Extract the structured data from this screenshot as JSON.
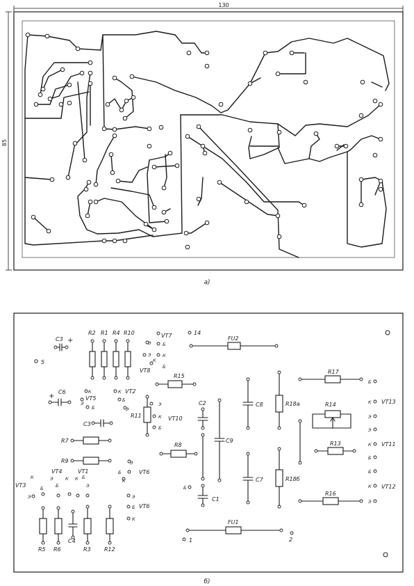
{
  "dimensions": {
    "width_label": "130",
    "height_label": "85"
  },
  "captions": {
    "top": "а)",
    "bottom": "б)"
  },
  "components": {
    "C3_top": "C3",
    "C3_plus": "+",
    "R2": "R2",
    "R1": "R1",
    "R4": "R4",
    "R10": "R10",
    "VT7": "VT7",
    "VT8": "VT8",
    "pin14": "14",
    "pin5": "5",
    "FU2": "FU2",
    "R15": "R15",
    "C6": "C6",
    "C6_plus": "+",
    "VT5": "VT5",
    "VT2": "VT2",
    "R17": "R17",
    "R18a": "R18а",
    "C2": "C2",
    "C8": "C8",
    "R11": "R11",
    "VT10": "VT10",
    "R14": "R14",
    "VT13": "VT13",
    "C3_mid": "C3",
    "R7": "R7",
    "C9": "C9",
    "R13": "R13",
    "VT11": "VT11",
    "R8": "R8",
    "R9": "R9",
    "VT6": "VT6",
    "VT4": "VT4",
    "VT1": "VT1",
    "VT3": "VT3",
    "C7": "C7",
    "R18b": "R18б",
    "VT12": "VT12",
    "C1": "C1",
    "R16": "R16",
    "VT6b": "VT6",
    "R5": "R5",
    "R6": "R6",
    "C4": "C4",
    "R3": "R3",
    "R12": "R12",
    "FU1": "FU1",
    "pin1": "1",
    "pin2": "2"
  },
  "pins": {
    "VT7_e": "Э",
    "VT7_b": "Б",
    "VT7_k": "К",
    "VT8_k": "К",
    "VT8_e": "Э",
    "VT8_b": "Б",
    "VT5_k": "К",
    "VT5_e": "Э",
    "VT5_b": "Б",
    "VT2_k": "К",
    "VT2_b": "Б",
    "VT2_e": "Э",
    "VT10_e": "Э",
    "VT10_k": "К",
    "VT10_b": "Б",
    "VT13_b": "Б",
    "VT13_k": "К",
    "VT13_e1": "Э",
    "VT13_e2": "Э",
    "VT11_k": "К",
    "VT11_b1": "Б",
    "VT11_b2": "Б",
    "VT12_k": "К",
    "VT12_e": "Э",
    "VT6_e": "Э",
    "VT6_b": "Б",
    "VT6_k": "К",
    "VT6b_e": "Э",
    "VT6b_b": "Б",
    "VT6b_k": "К",
    "VT4_e": "Э",
    "VT4_k": "К",
    "VT4_b": "Б",
    "VT1_k": "К",
    "VT1_b": "Б",
    "VT1_e": "Э",
    "VT3_k": "К",
    "VT3_e": "Э",
    "VT3_b": "Б",
    "C1_b": "Б"
  }
}
